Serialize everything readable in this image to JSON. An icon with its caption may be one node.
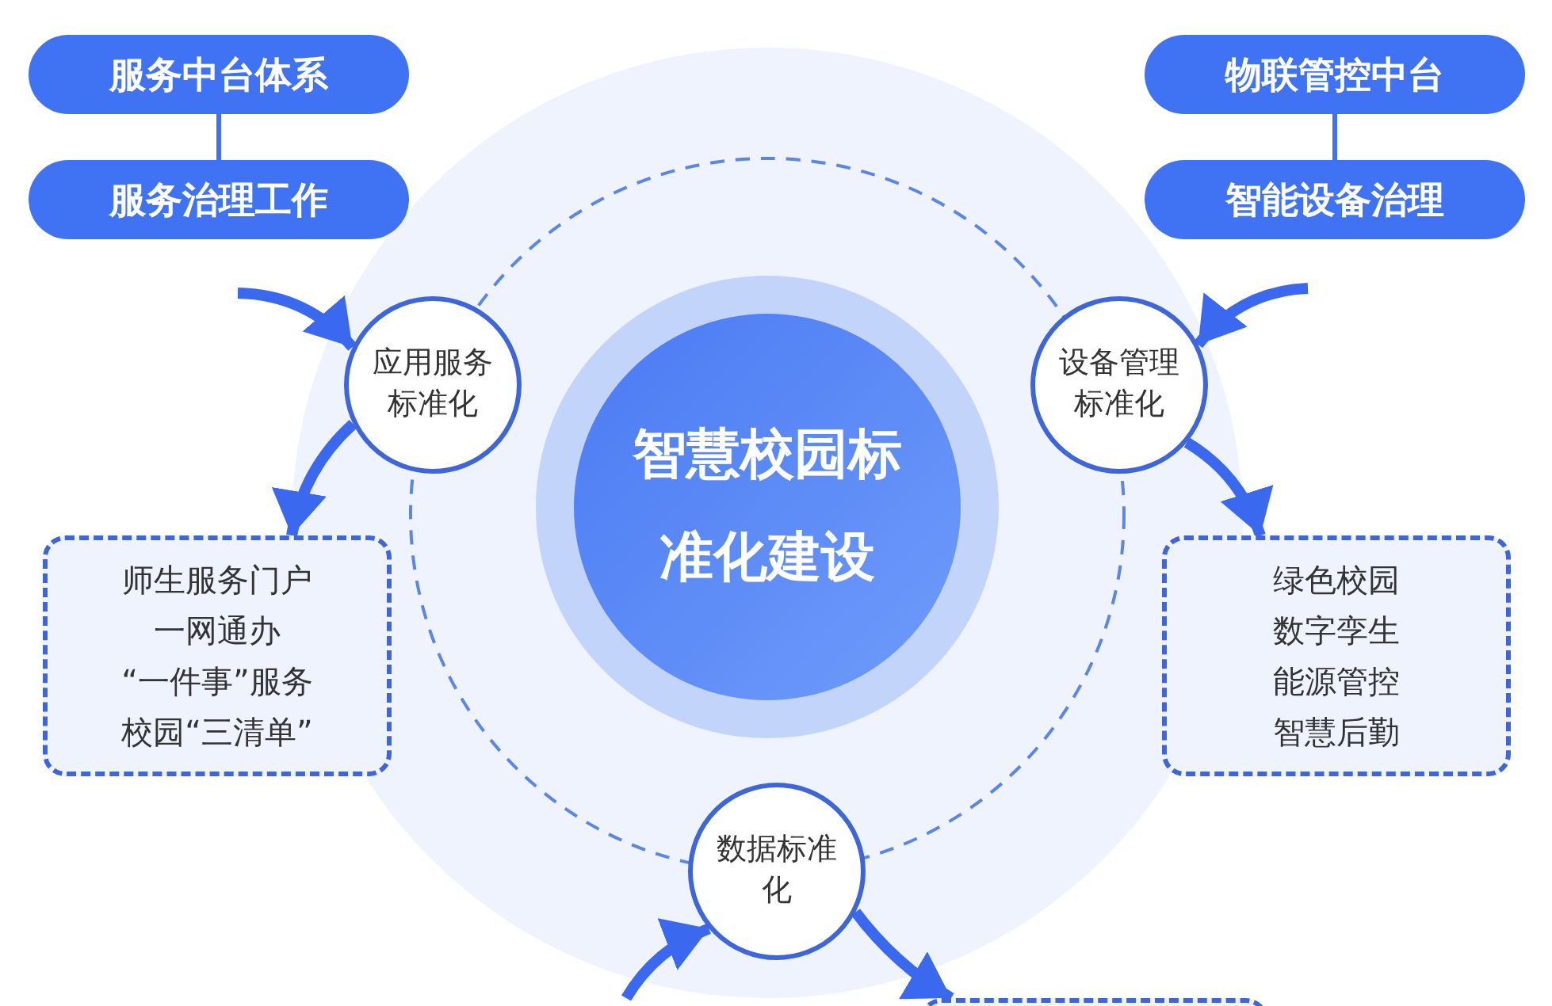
{
  "diagram": {
    "nodes": [
      {
        "text": [
          "服务中台体系"
        ]
      },
      {
        "text": [
          "服务治理工作"
        ]
      },
      {
        "text": [
          "物联管控中台"
        ]
      },
      {
        "text": [
          "智能设备治理"
        ]
      },
      {
        "text": [
          "智慧校园标准化建设"
        ]
      },
      {
        "text": [
          "应用服务标准化"
        ]
      },
      {
        "text": [
          "设备管理标准化"
        ]
      },
      {
        "text": [
          "数据标准化"
        ]
      },
      {
        "text": [
          "师生服务门户",
          "一网通办",
          "“一件事”服务",
          "校园“三清单”"
        ]
      },
      {
        "text": [
          "绿色校园",
          "数字孪生",
          "能源管控",
          "智慧后勤"
        ]
      },
      {
        "text": [],
        "shape": "box"
      }
    ],
    "edges": [
      {
        "from": 0,
        "to": 1,
        "arrow": "none"
      },
      {
        "from": 2,
        "to": 3,
        "arrow": "none"
      },
      {
        "from": null,
        "to": 5,
        "arrow": "to"
      },
      {
        "from": 5,
        "to": 8,
        "arrow": "to"
      },
      {
        "from": null,
        "to": 6,
        "arrow": "to"
      },
      {
        "from": 6,
        "to": 9,
        "arrow": "to"
      },
      {
        "from": null,
        "to": 7,
        "arrow": "to"
      },
      {
        "from": 7,
        "to": 10,
        "arrow": "to"
      }
    ]
  }
}
